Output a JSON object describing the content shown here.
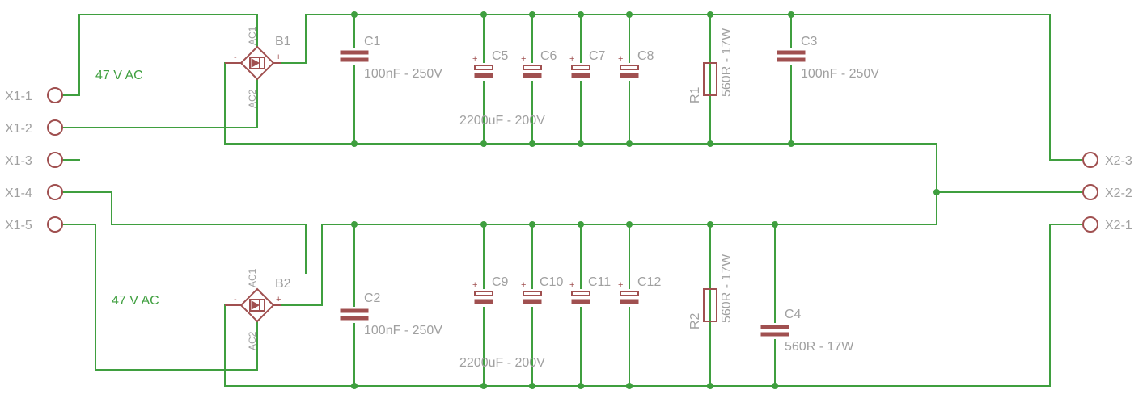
{
  "connectors": {
    "x1": [
      "X1-1",
      "X1-2",
      "X1-3",
      "X1-4",
      "X1-5"
    ],
    "x2": [
      "X2-3",
      "X2-2",
      "X2-1"
    ]
  },
  "nets": {
    "ac_upper": "47 V AC",
    "ac_lower": "47 V AC"
  },
  "rectifiers": {
    "b1": {
      "name": "B1",
      "ac1": "AC1",
      "ac2": "AC2",
      "minus": "-",
      "plus": "+"
    },
    "b2": {
      "name": "B2",
      "ac1": "AC1",
      "ac2": "AC2",
      "minus": "-",
      "plus": "+"
    }
  },
  "capacitors": {
    "c1": {
      "name": "C1",
      "value": "100nF - 250V"
    },
    "c2": {
      "name": "C2",
      "value": "100nF - 250V"
    },
    "c3": {
      "name": "C3",
      "value": "100nF - 250V"
    },
    "c4": {
      "name": "C4",
      "value": "560R - 17W"
    },
    "c5": {
      "name": "C5"
    },
    "c6": {
      "name": "C6"
    },
    "c7": {
      "name": "C7"
    },
    "c8": {
      "name": "C8"
    },
    "c9": {
      "name": "C9"
    },
    "c10": {
      "name": "C10"
    },
    "c11": {
      "name": "C11"
    },
    "c12": {
      "name": "C12"
    },
    "bank_upper_value": "2200uF - 200V",
    "bank_lower_value": "2200uF - 200V",
    "polarity_mark": "+"
  },
  "resistors": {
    "r1": {
      "name": "R1",
      "value": "560R - 17W"
    },
    "r2": {
      "name": "R2",
      "value": "560R - 17W"
    }
  },
  "colors": {
    "wire": "#3f9f3f",
    "component": "#a05050",
    "label": "#a0a0a0"
  }
}
